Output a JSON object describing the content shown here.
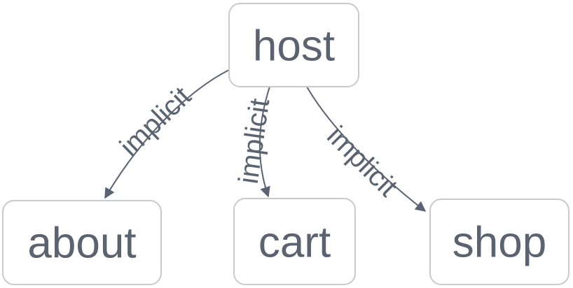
{
  "diagram": {
    "type": "flowchart",
    "direction": "top-down",
    "colors": {
      "background": "#ffffff",
      "node_fill": "#ffffff",
      "node_border": "#c9cacd",
      "node_text": "#5c6370",
      "edge_stroke": "#5a6372",
      "edge_label_text": "#5a6372"
    },
    "nodes": [
      {
        "id": "host",
        "label": "host"
      },
      {
        "id": "about",
        "label": "about"
      },
      {
        "id": "cart",
        "label": "cart"
      },
      {
        "id": "shop",
        "label": "shop"
      }
    ],
    "edges": [
      {
        "from": "host",
        "to": "about",
        "label": "implicit"
      },
      {
        "from": "host",
        "to": "cart",
        "label": "implicit"
      },
      {
        "from": "host",
        "to": "shop",
        "label": "implicit"
      }
    ]
  }
}
